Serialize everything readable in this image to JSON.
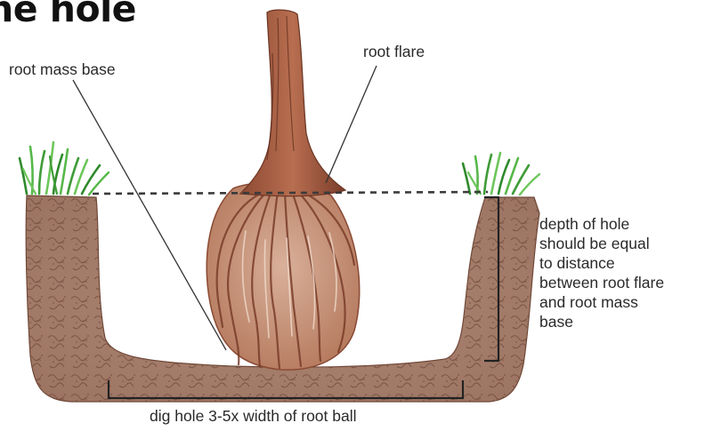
{
  "title": "he hole",
  "labels": {
    "root_mass_base": "root mass base",
    "root_flare": "root flare",
    "hole_width": "dig hole 3-5x width of root ball",
    "depth_lines": [
      "depth of hole",
      "should be equal",
      "to distance",
      "between root flare",
      "and root mass",
      "base"
    ]
  },
  "colors": {
    "soil": "#9b6f5c",
    "soil_dark": "#5e3a2c",
    "root": "#a8654a",
    "root_dark": "#6e3826",
    "grass": "#57b84a",
    "grass_dark": "#2f8a2c",
    "text": "#2a2a2a"
  }
}
